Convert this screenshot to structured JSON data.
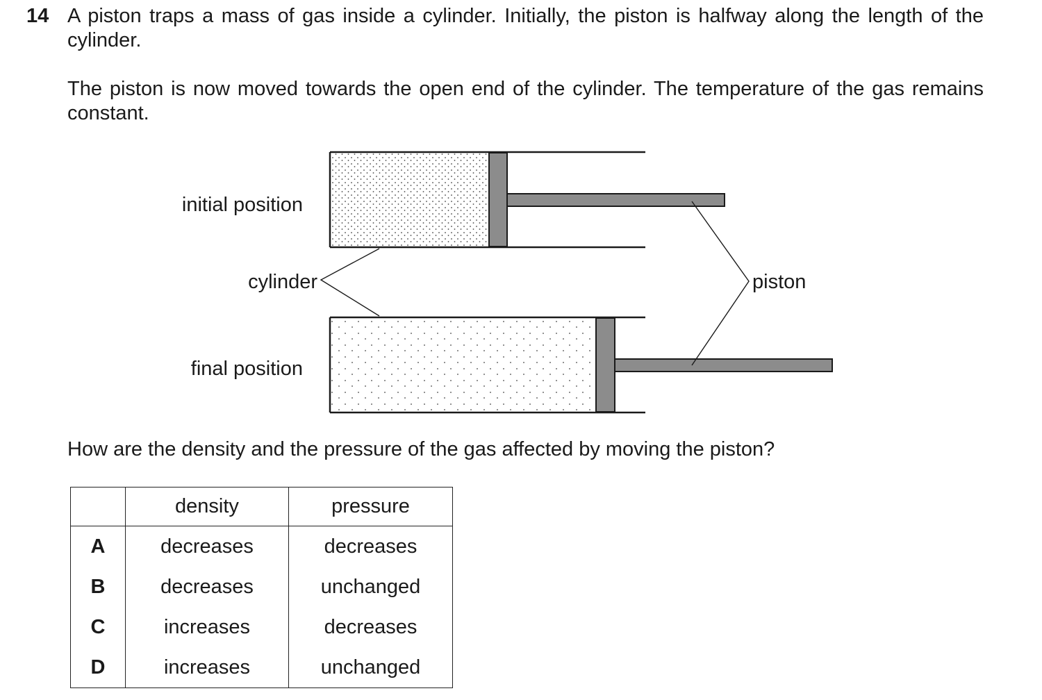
{
  "question": {
    "number": "14",
    "paragraph1": "A piston traps a mass of gas inside a cylinder. Initially, the piston is halfway along the length of the cylinder.",
    "paragraph2": "The piston is now moved towards the open end of the cylinder. The temperature of the gas remains constant.",
    "prompt": "How are the density and the pressure of the gas affected by moving the piston?"
  },
  "diagram": {
    "label_initial": "initial position",
    "label_final": "final position",
    "label_cylinder": "cylinder",
    "label_piston": "piston"
  },
  "table": {
    "headers": [
      "",
      "density",
      "pressure"
    ],
    "rows": [
      {
        "letter": "A",
        "density": "decreases",
        "pressure": "decreases"
      },
      {
        "letter": "B",
        "density": "decreases",
        "pressure": "unchanged"
      },
      {
        "letter": "C",
        "density": "increases",
        "pressure": "decreases"
      },
      {
        "letter": "D",
        "density": "increases",
        "pressure": "unchanged"
      }
    ]
  }
}
